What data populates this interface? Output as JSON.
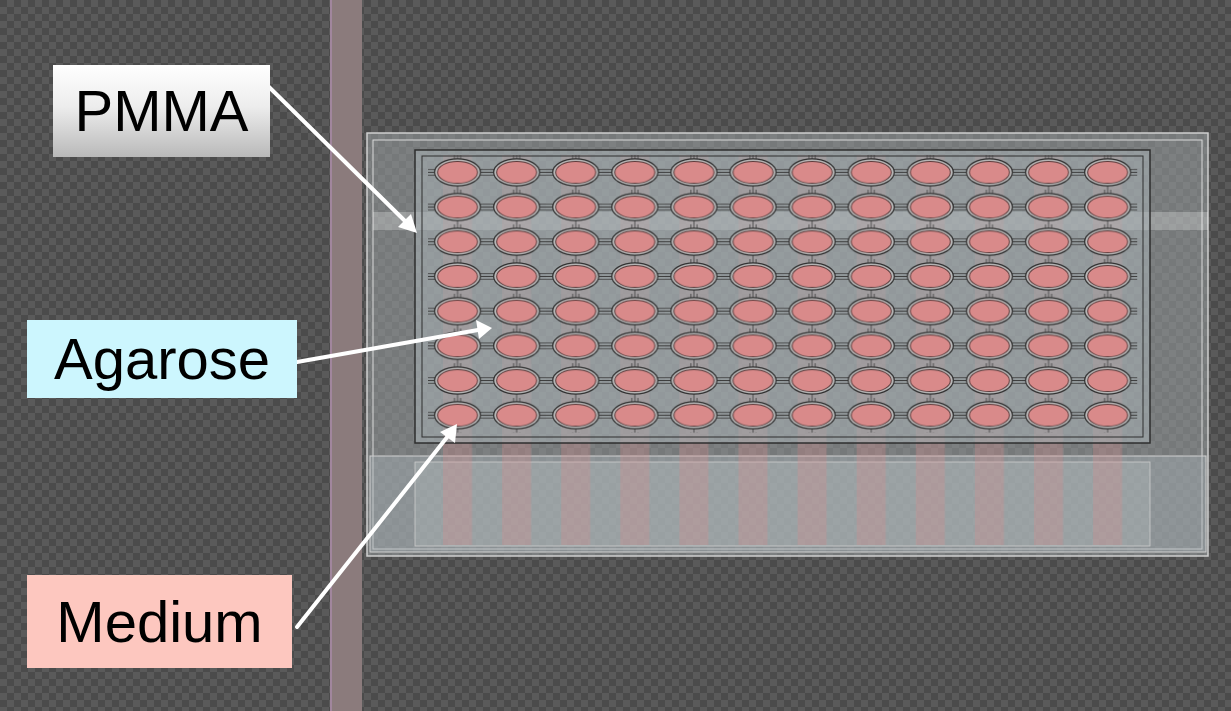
{
  "diagram": {
    "nodes": [
      {
        "text": [
          "PMMA"
        ]
      },
      {
        "text": [
          "Agarose"
        ]
      },
      {
        "text": [
          "Medium"
        ]
      }
    ]
  }
}
